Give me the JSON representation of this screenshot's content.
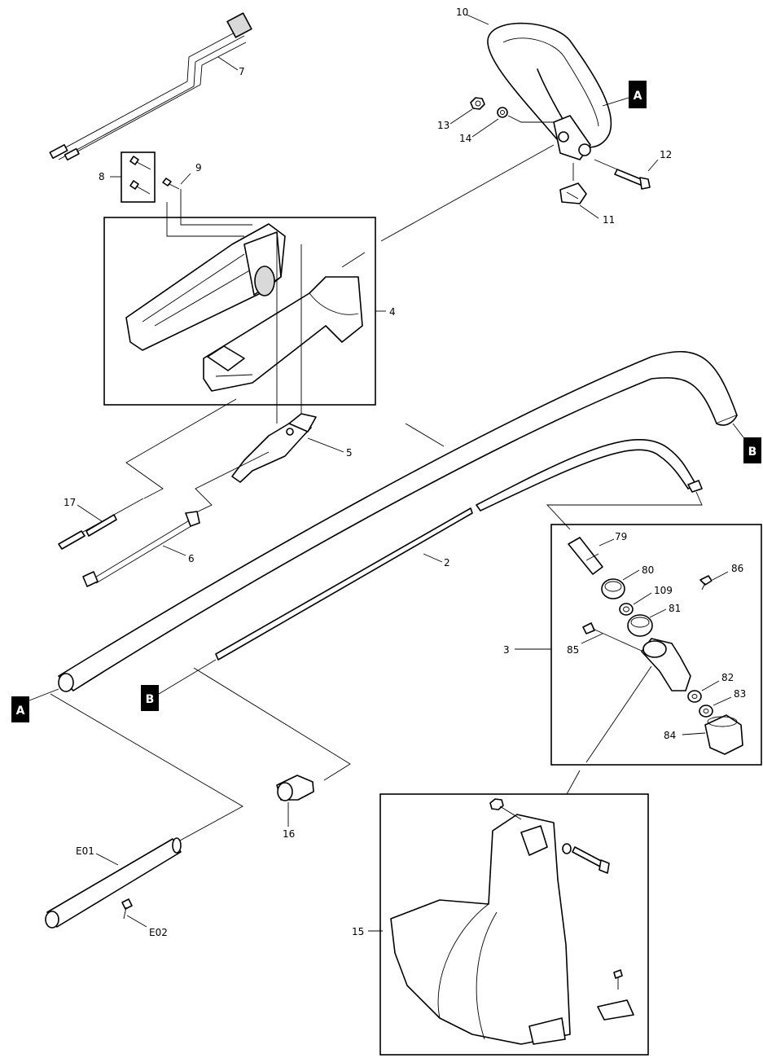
{
  "callouts": {
    "p7": "7",
    "p8": "8",
    "p9": "9",
    "p10": "10",
    "p11": "11",
    "p12": "12",
    "p13": "13",
    "p14": "14",
    "p4": "4",
    "p5": "5",
    "p17": "17",
    "p6": "6",
    "p2": "2",
    "p79": "79",
    "p80": "80",
    "p109": "109",
    "p81": "81",
    "p86": "86",
    "p3": "3",
    "p85": "85",
    "p82": "82",
    "p83": "83",
    "p84": "84",
    "p16": "16",
    "e01": "E01",
    "e02": "E02",
    "p15": "15"
  },
  "markers": {
    "a": "A",
    "b": "B"
  }
}
